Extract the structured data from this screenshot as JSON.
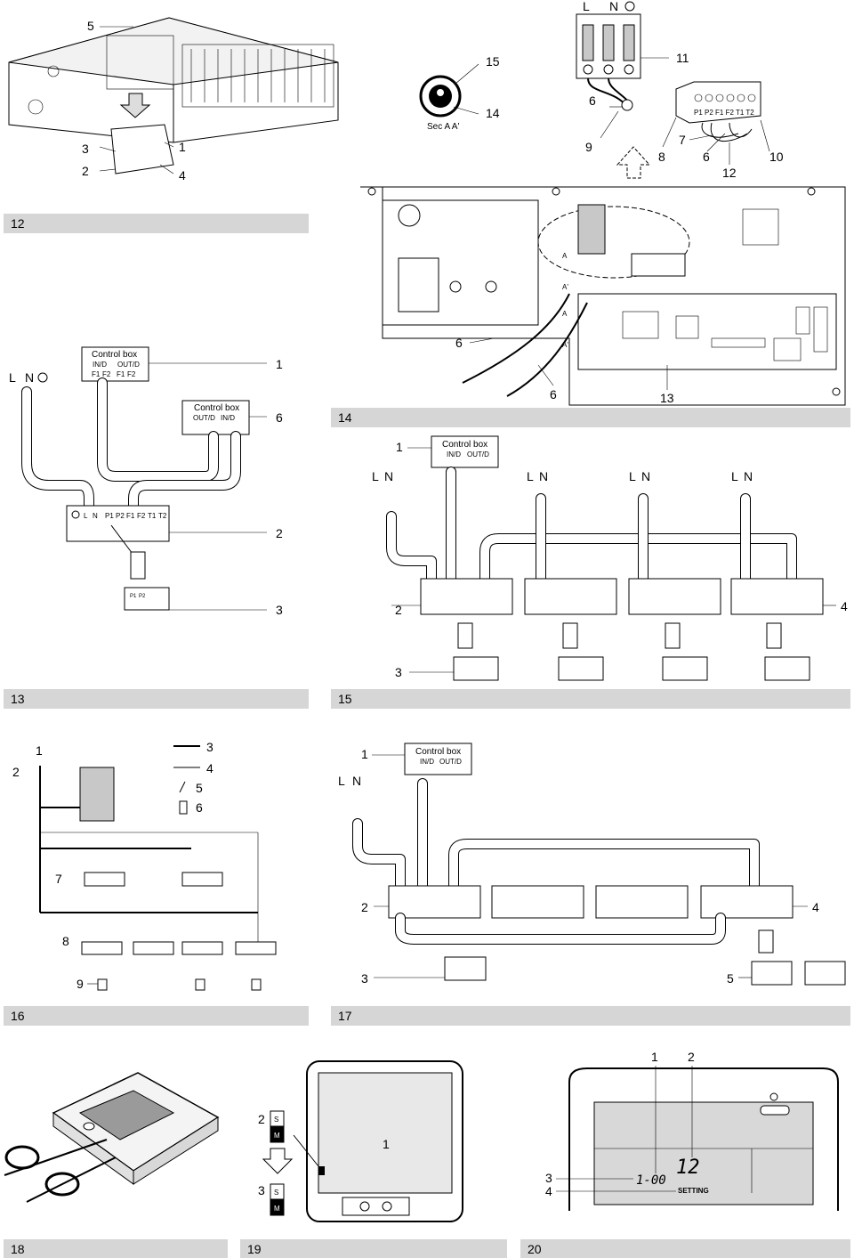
{
  "sections": {
    "s12": "12",
    "s13": "13",
    "s14": "14",
    "s15": "15",
    "s16": "16",
    "s17": "17",
    "s18": "18",
    "s19": "19",
    "s20": "20"
  },
  "fig12": {
    "c5": "5",
    "c3": "3",
    "c2": "2",
    "c1": "1",
    "c4": "4"
  },
  "fig_sec": {
    "sec_label": "Sec A A'",
    "c15": "15",
    "c14": "14"
  },
  "fig14": {
    "L": "L",
    "N": "N",
    "c11": "11",
    "c6a": "6",
    "c9": "9",
    "c8": "8",
    "c7": "7",
    "c6b": "6",
    "c12": "12",
    "c10": "10",
    "c6c": "6",
    "c6d": "6",
    "c13": "13",
    "terminals": "P1 P2 F1 F2   T1 T2",
    "A": "A",
    "Ap": "A'"
  },
  "fig13": {
    "L": "L",
    "N": "N",
    "box1_title": "Control box",
    "box1_in": "IN/D",
    "box1_out": "OUT/D",
    "box2_title": "Control box",
    "box2_in": "IN/D",
    "box2_out": "OUT/D",
    "f1": "F1",
    "f2": "F2",
    "c1": "1",
    "c6": "6",
    "c2": "2",
    "c3": "3",
    "tb_p1": "P1",
    "tb_p2": "P2",
    "tb_f1": "F1",
    "tb_f2": "F2",
    "tb_t1": "T1",
    "tb_t2": "T2"
  },
  "fig15": {
    "c1": "1",
    "box_title": "Control box",
    "box_in": "IN/D",
    "box_out": "OUT/D",
    "c2": "2",
    "c3": "3",
    "c4": "4",
    "L": "L",
    "N": "N"
  },
  "fig16": {
    "c1": "1",
    "c2": "2",
    "c3": "3",
    "c4": "4",
    "c5": "5",
    "c6": "6",
    "c7": "7",
    "c8": "8",
    "c9": "9"
  },
  "fig17": {
    "c1": "1",
    "box_title": "Control box",
    "box_in": "IN/D",
    "box_out": "OUT/D",
    "c2": "2",
    "c3": "3",
    "c4": "4",
    "c5": "5",
    "L": "L",
    "N": "N"
  },
  "fig19": {
    "c2": "2",
    "c3": "3",
    "c1": "1",
    "S": "S",
    "M": "M"
  },
  "fig20": {
    "c1": "1",
    "c2": "2",
    "c3": "3",
    "c4": "4",
    "code": "1-00",
    "value": "12",
    "setting": "SETTING"
  }
}
